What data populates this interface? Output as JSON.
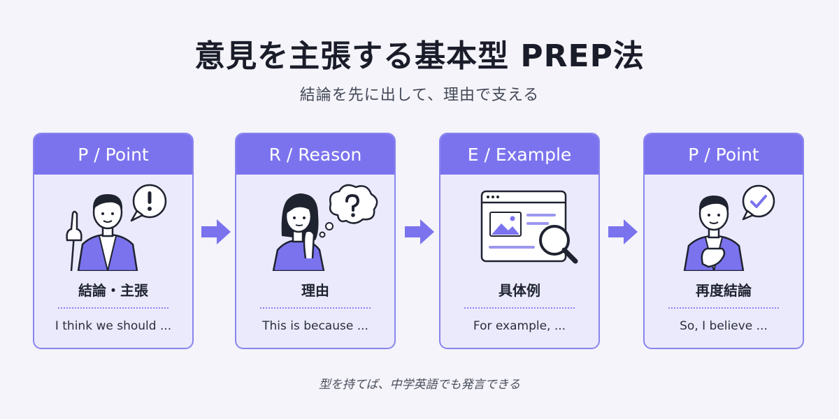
{
  "title": "意見を主張する基本型 PREP法",
  "subtitle": "結論を先に出して、理由で支える",
  "steps": [
    {
      "header": "P / Point",
      "label": "結論・主張",
      "phrase": "I think we should ...",
      "icon": "person-pointing-exclamation"
    },
    {
      "header": "R / Reason",
      "label": "理由",
      "phrase": "This is because ...",
      "icon": "person-thinking-question"
    },
    {
      "header": "E / Example",
      "label": "具体例",
      "phrase": "For example, ...",
      "icon": "browser-magnifier"
    },
    {
      "header": "P / Point",
      "label": "再度結論",
      "phrase": "So, I believe ...",
      "icon": "person-check"
    }
  ],
  "footer": "型を持てば、中学英語でも発言できる",
  "colors": {
    "accent": "#7b73ee",
    "card_bg": "#ebeafc",
    "background": "#f4f4fa"
  }
}
